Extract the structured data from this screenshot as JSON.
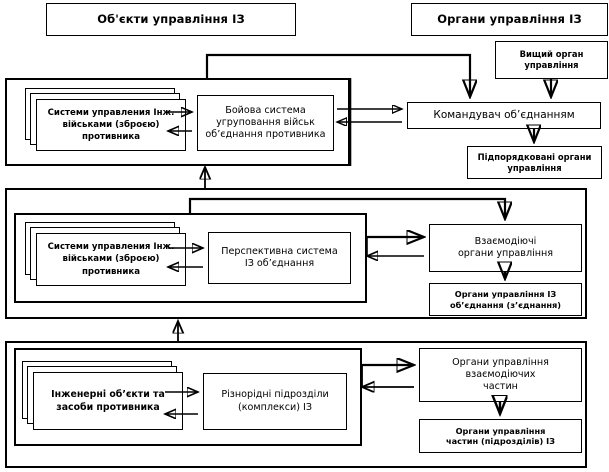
{
  "diagram": {
    "title_left": "Об'єкти управління ІЗ",
    "title_right": "Органи управління ІЗ",
    "rows": [
      {
        "id": "row-1",
        "left_stack": "Системи  управления  Інж.\nвійськами (зброєю)\nпротивника",
        "center": "Бойова система\nугруповання військ\nоб’єднання противника"
      },
      {
        "id": "row-2",
        "left_stack": "Системи  управления  Інж.\nвійськами (зброєю)\nпротивника",
        "center": "Перспективна система\nІЗ об’єднання"
      },
      {
        "id": "row-3",
        "left_stack": "Інженерні об’єкти та\nзасоби противника",
        "center": "Різнорідні  підрозділи\n(комплекси) ІЗ"
      }
    ],
    "right_column": {
      "top_authority": "Вищий орган\nуправління",
      "commander": "Командувач об’єднанням",
      "subordinate": "Підпорядковані органи\nуправління",
      "interacting": "Взаємодіючі\nоргани управління",
      "association_bodies": "Органи управління  ІЗ\nоб’єднання  (з’єднання)",
      "interacting_units": "Органи управління\nвзаємодіючих\nчастин",
      "unit_bodies": "Органи управління\nчастин (підрозділів) ІЗ"
    },
    "colors": {
      "stroke": "#000000",
      "background": "#ffffff"
    }
  }
}
